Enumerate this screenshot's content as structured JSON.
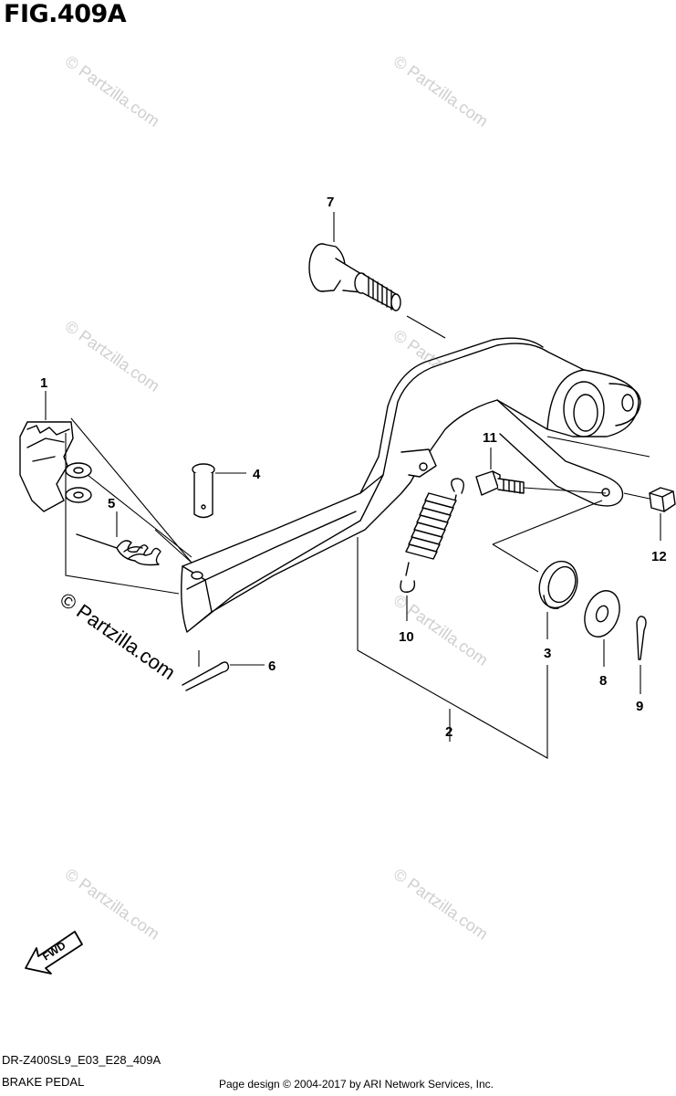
{
  "figure": {
    "title": "FIG.409A"
  },
  "callouts": [
    {
      "id": "1",
      "label": "1"
    },
    {
      "id": "2",
      "label": "2"
    },
    {
      "id": "3",
      "label": "3"
    },
    {
      "id": "4",
      "label": "4"
    },
    {
      "id": "5",
      "label": "5"
    },
    {
      "id": "6",
      "label": "6"
    },
    {
      "id": "7",
      "label": "7"
    },
    {
      "id": "8",
      "label": "8"
    },
    {
      "id": "9",
      "label": "9"
    },
    {
      "id": "10",
      "label": "10"
    },
    {
      "id": "11",
      "label": "11"
    },
    {
      "id": "12",
      "label": "12"
    }
  ],
  "direction": {
    "label": "FWD"
  },
  "watermark": {
    "text": "© Partzilla.com"
  },
  "footer": {
    "model_code": "DR-Z400SL9_E03_E28_409A",
    "section_name": "BRAKE PEDAL",
    "copyright": "Page design © 2004-2017 by ARI Network Services, Inc."
  }
}
